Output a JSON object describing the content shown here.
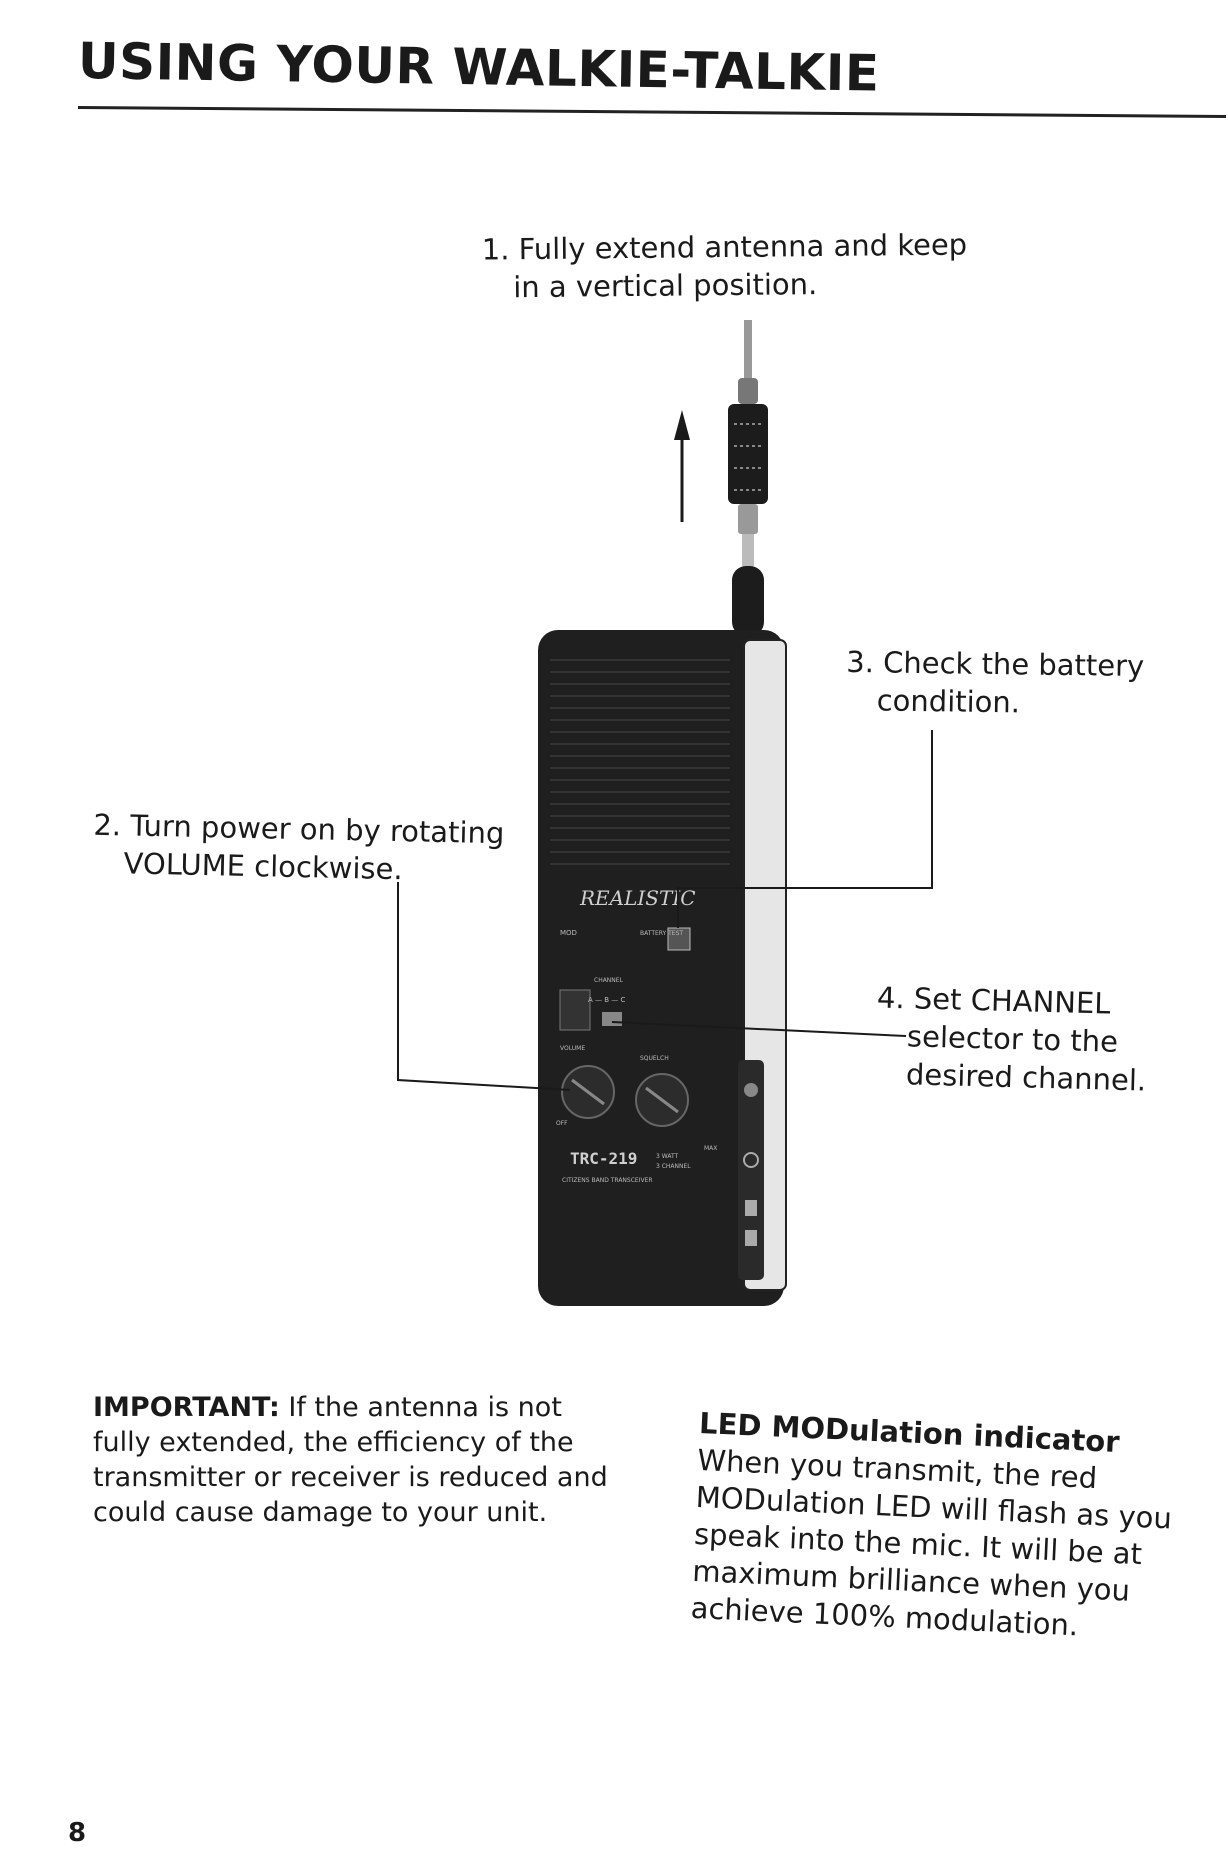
{
  "page": {
    "heading": "USING YOUR WALKIE-TALKIE",
    "page_number": "8"
  },
  "steps": [
    {
      "line1": "1. Fully extend antenna and keep",
      "line2": "in a vertical position."
    },
    {
      "line1": "2. Turn power on by rotating",
      "line2": "VOLUME clockwise."
    },
    {
      "line1": "3. Check the battery",
      "line2": "condition."
    },
    {
      "line1": "4. Set CHANNEL",
      "line2": "selector to the",
      "line3": "desired channel."
    }
  ],
  "radio": {
    "brand": "REALISTIC",
    "model": "TRC-219",
    "model_spec_1": "3 WATT",
    "model_spec_2": "3 CHANNEL",
    "model_desc": "CITIZENS BAND TRANSCEIVER",
    "labels": {
      "mod": "MOD",
      "battery_test": "BATTERY TEST",
      "channel": "CHANNEL",
      "channel_abc": "A — B — C",
      "volume": "VOLUME",
      "squelch": "SQUELCH",
      "off": "OFF",
      "max": "MAX"
    }
  },
  "important": {
    "label": "IMPORTANT:",
    "text": " If the antenna is not fully extended, the efficiency of the transmitter or receiver is reduced and could cause damage to your unit."
  },
  "led": {
    "title": "LED MODulation indicator",
    "text": "When you transmit, the red MODulation LED will flash as you speak into the mic. It will be at maximum brilliance when you achieve 100% modulation."
  }
}
